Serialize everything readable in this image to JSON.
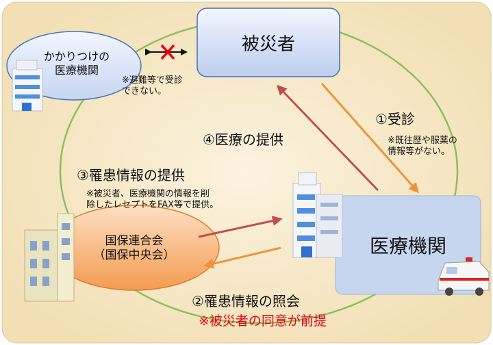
{
  "nodes": {
    "victim": "被災者",
    "clinic": "かかりつけの\n医療機関",
    "hospital": "医療機関",
    "federation": "国保連合会\n（国保中央会）"
  },
  "notes": {
    "evacuation": "※避難等で受診\nできない。",
    "no_history": "※既往歴や服薬の\n情報等がない。",
    "receipt": "※被災者、医療機関の情報を削\n除したレセプトをFAX等で提供。",
    "consent": "※被災者の同意が前提"
  },
  "steps": {
    "s1": "①受診",
    "s2": "②罹患情報の照会",
    "s3": "③罹患情報の提供",
    "s4": "④医療の提供"
  },
  "colors": {
    "orange_arrow": "#f0913a",
    "red_arrow": "#c0504d",
    "highlight_text": "#e60012",
    "box_blue": "#c5d5ef",
    "federation_fill": "#f7a45e"
  }
}
